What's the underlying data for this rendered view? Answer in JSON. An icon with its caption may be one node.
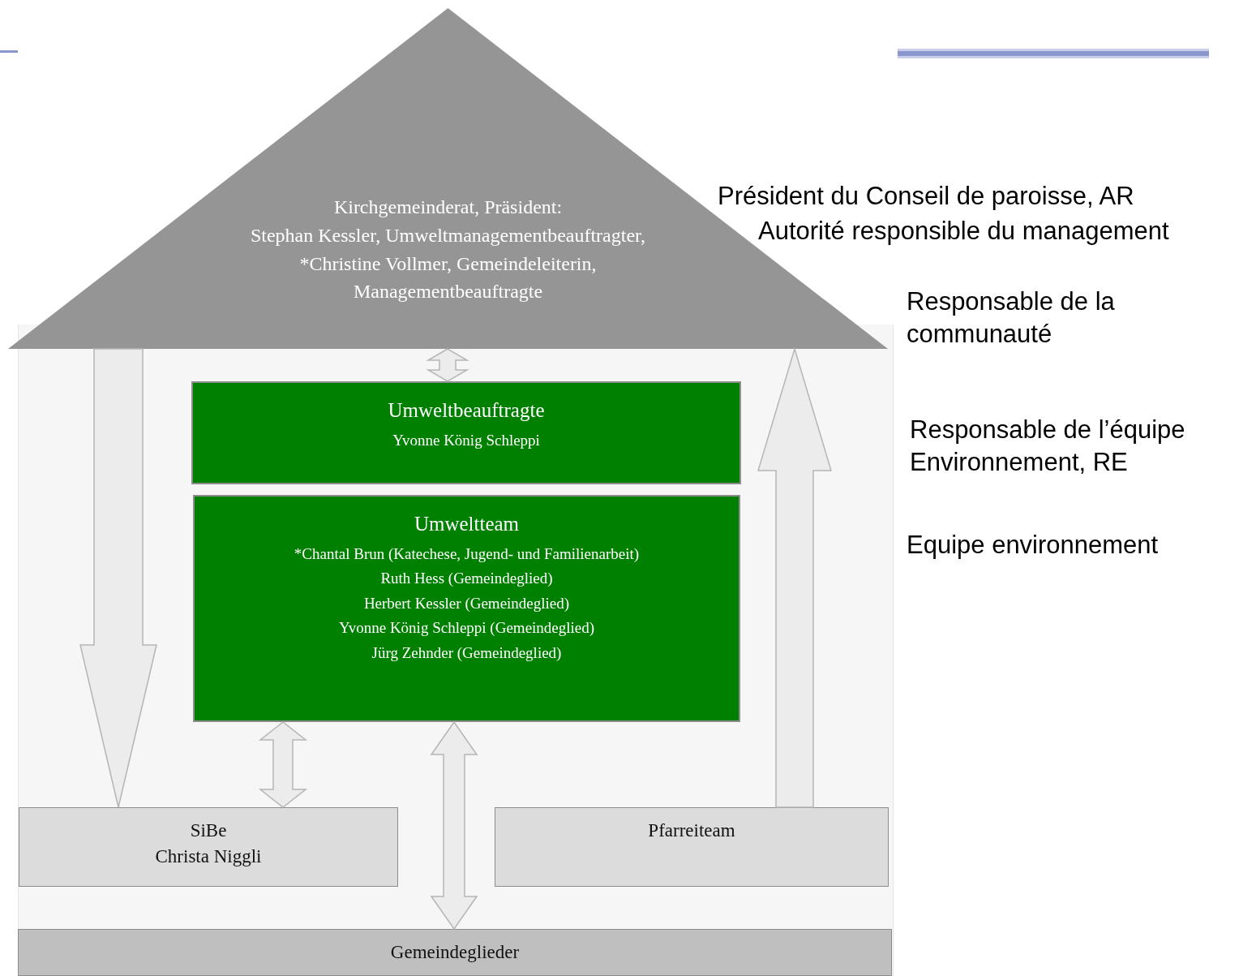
{
  "diagram": {
    "nodes": [
      {
        "text": [
          "Kirchgemeinderat, Präsident:",
          "Stephan Kessler, Umweltmanagementbeauftragter,",
          "*Christine Vollmer, Gemeindeleiterin, Managementbeauftragte"
        ]
      },
      {
        "text": [
          "Umweltbeauftragte",
          "Yvonne König Schleppi"
        ]
      },
      {
        "text": [
          "Umweltteam",
          "*Chantal Brun (Katechese, Jugend- und Familienarbeit)",
          "Ruth Hess (Gemeindeglied)",
          "Herbert Kessler (Gemeindeglied)",
          "Yvonne König Schleppi (Gemeindeglied)",
          "Jürg Zehnder (Gemeindeglied)"
        ]
      },
      {
        "text": [
          "SiBe",
          "Christa Niggli"
        ]
      },
      {
        "text": [
          "Pfarreiteam"
        ]
      },
      {
        "text": [
          "Gemeindeglieder"
        ]
      }
    ],
    "edges": [
      {
        "from": 0,
        "to": 1,
        "arrow": "both"
      },
      {
        "from": 2,
        "to": 3,
        "arrow": "both"
      },
      {
        "from": 2,
        "to": 5,
        "arrow": "both"
      },
      {
        "from": 0,
        "to": 3,
        "arrow": "to"
      },
      {
        "from": 4,
        "to": 0,
        "arrow": "to"
      }
    ],
    "labels": [
      "Président du Conseil de paroisse, AR",
      "Autorité responsible du management",
      "Responsable de la communauté",
      "Responsable de l’équipe Environnement, RE",
      "Equipe environnement"
    ]
  }
}
